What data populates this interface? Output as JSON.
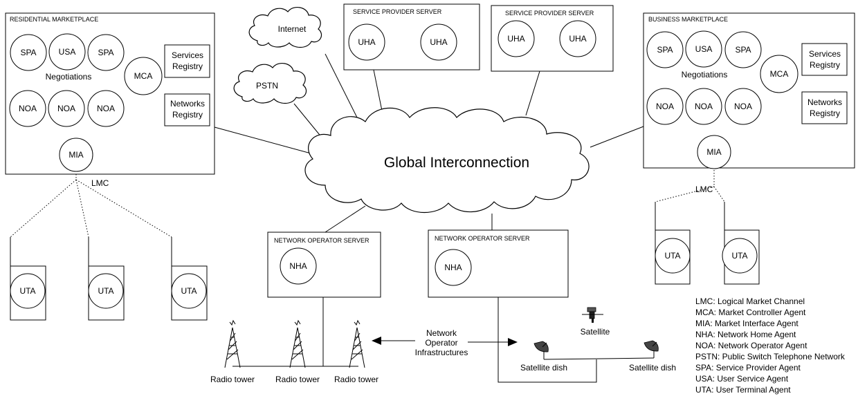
{
  "clouds": {
    "internet": "Internet",
    "pstn": "PSTN",
    "global": "Global Interconnection"
  },
  "residential": {
    "title": "RESIDENTIAL MARKETPLACE",
    "agents_top": [
      "SPA",
      "USA",
      "SPA"
    ],
    "negotiations": "Negotiations",
    "mca": "MCA",
    "agents_bottom": [
      "NOA",
      "NOA",
      "NOA"
    ],
    "services_registry": [
      "Services",
      "Registry"
    ],
    "networks_registry": [
      "Networks",
      "Registry"
    ],
    "mia": "MIA",
    "lmc": "LMC",
    "terminals": [
      "UTA",
      "UTA",
      "UTA"
    ]
  },
  "business": {
    "title": "BUSINESS MARKETPLACE",
    "agents_top": [
      "SPA",
      "USA",
      "SPA"
    ],
    "negotiations": "Negotiations",
    "mca": "MCA",
    "agents_bottom": [
      "NOA",
      "NOA",
      "NOA"
    ],
    "services_registry": [
      "Services",
      "Registry"
    ],
    "networks_registry": [
      "Networks",
      "Registry"
    ],
    "mia": "MIA",
    "lmc": "LMC",
    "terminals": [
      "UTA",
      "UTA"
    ]
  },
  "service_providers": [
    {
      "title": "SERVICE PROVIDER SERVER",
      "agents": [
        "UHA",
        "UHA"
      ]
    },
    {
      "title": "SERVICE PROVIDER SERVER",
      "agents": [
        "UHA",
        "UHA"
      ]
    }
  ],
  "network_operators": [
    {
      "title": "NETWORK OPERATOR SERVER",
      "agent": "NHA"
    },
    {
      "title": "NETWORK OPERATOR SERVER",
      "agent": "NHA"
    }
  ],
  "infrastructure": {
    "label": [
      "Network",
      "Operator",
      "Infrastructures"
    ],
    "radio_towers": [
      "Radio tower",
      "Radio tower",
      "Radio tower"
    ],
    "satellite": "Satellite",
    "dishes": [
      "Satellite dish",
      "Satellite dish"
    ]
  },
  "legend": [
    "LMC: Logical Market Channel",
    "MCA: Market Controller Agent",
    "MIA: Market Interface Agent",
    "NHA: Network Home Agent",
    "NOA: Network Operator Agent",
    "PSTN: Public Switch Telephone Network",
    "SPA: Service Provider Agent",
    "USA: User Service Agent",
    "UTA: User Terminal Agent"
  ]
}
